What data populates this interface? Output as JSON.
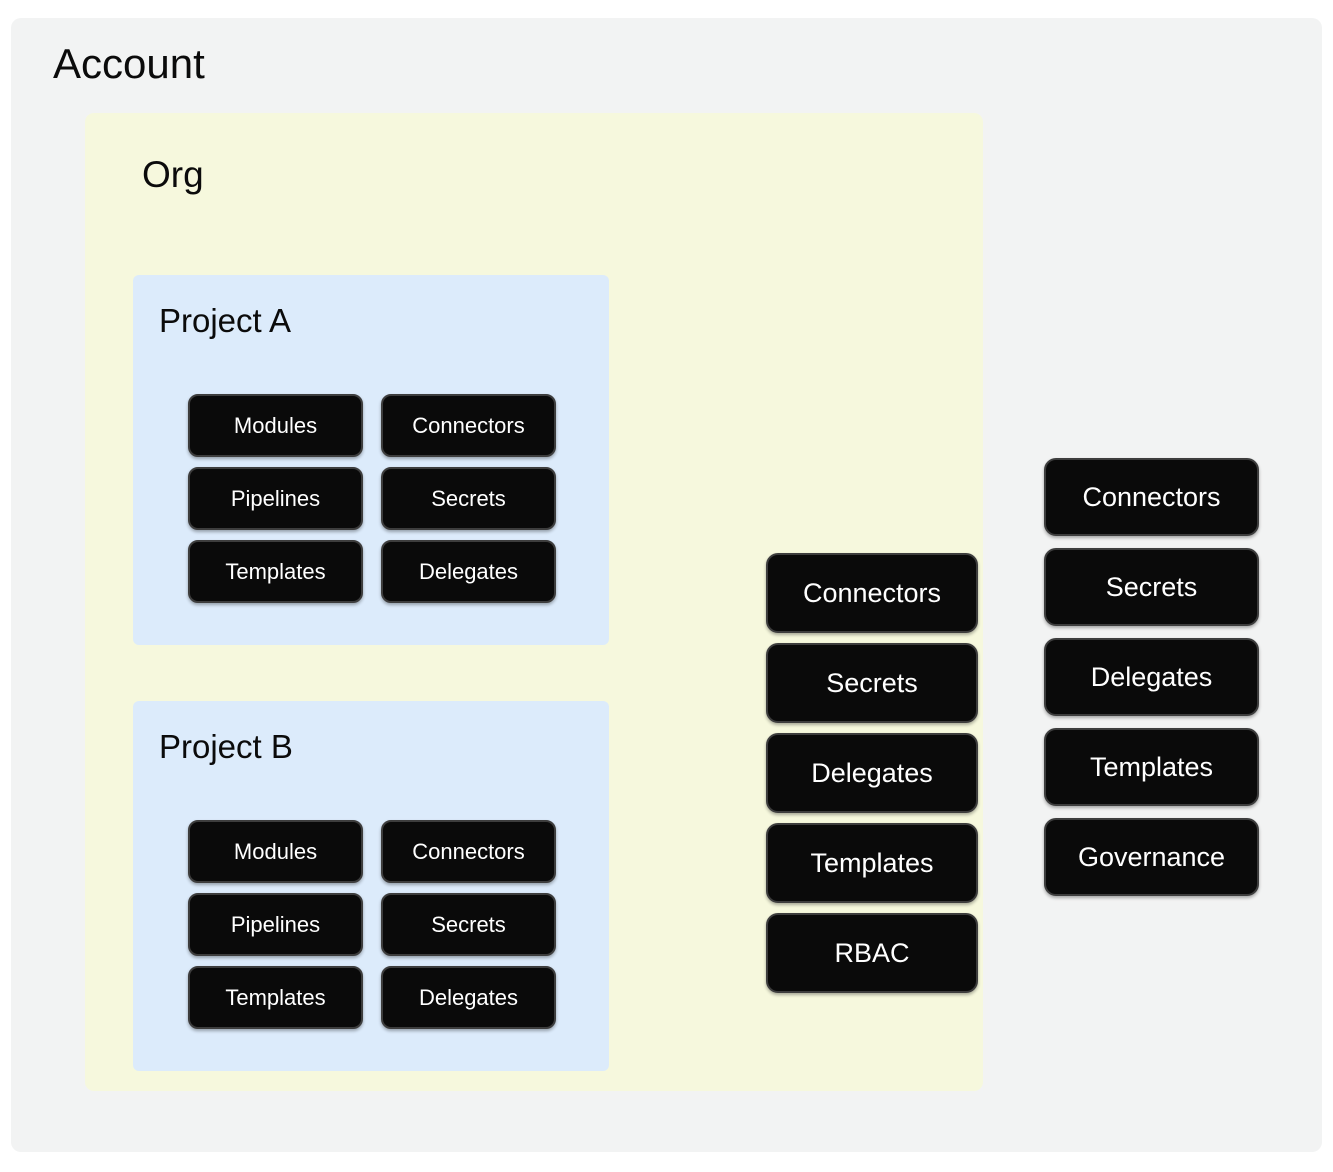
{
  "diagram": {
    "type": "nested-hierarchy",
    "title": "Account",
    "colors": {
      "account_background": "#f2f3f3",
      "org_background": "#f6f8dd",
      "project_background": "#dcebfb",
      "node_background": "#0a0a0a",
      "node_border": "#3d3d3d",
      "node_text": "#ffffff",
      "heading_text": "#0b0b0b"
    }
  },
  "account": {
    "label": "Account",
    "scope_nodes": [
      {
        "label": "Connectors"
      },
      {
        "label": "Secrets"
      },
      {
        "label": "Delegates"
      },
      {
        "label": "Templates"
      },
      {
        "label": "Governance"
      }
    ]
  },
  "org": {
    "label": "Org",
    "scope_nodes": [
      {
        "label": "Connectors"
      },
      {
        "label": "Secrets"
      },
      {
        "label": "Delegates"
      },
      {
        "label": "Templates"
      },
      {
        "label": "RBAC"
      }
    ]
  },
  "projects": [
    {
      "label": "Project A",
      "nodes": [
        {
          "label": "Modules"
        },
        {
          "label": "Connectors"
        },
        {
          "label": "Pipelines"
        },
        {
          "label": "Secrets"
        },
        {
          "label": "Templates"
        },
        {
          "label": "Delegates"
        }
      ]
    },
    {
      "label": "Project B",
      "nodes": [
        {
          "label": "Modules"
        },
        {
          "label": "Connectors"
        },
        {
          "label": "Pipelines"
        },
        {
          "label": "Secrets"
        },
        {
          "label": "Templates"
        },
        {
          "label": "Delegates"
        }
      ]
    }
  ]
}
